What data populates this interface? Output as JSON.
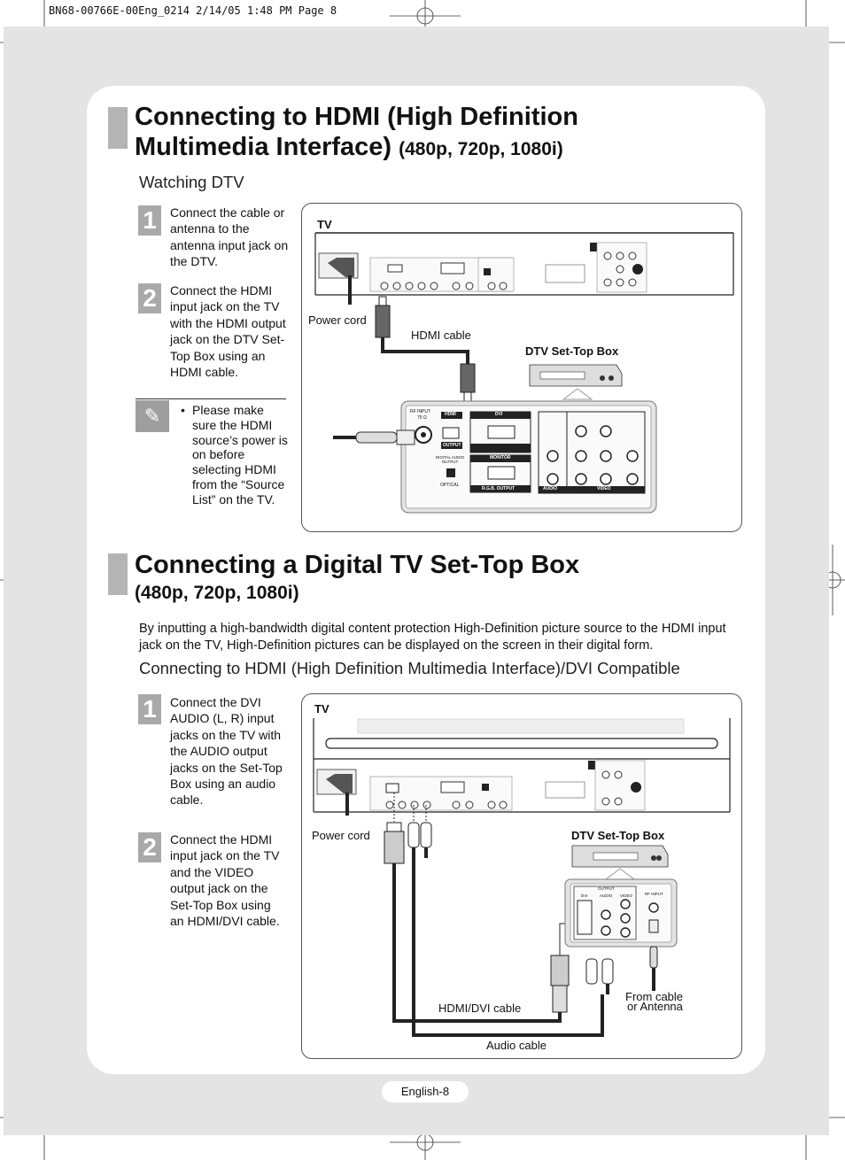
{
  "print_header": "BN68-00766E-00Eng_0214  2/14/05  1:48 PM  Page 8",
  "section1": {
    "title_line1": "Connecting to HDMI (High Definition",
    "title_line2": "Multimedia Interface)",
    "title_suffix": "(480p, 720p, 1080i)",
    "subtitle": "Watching DTV",
    "steps": [
      {
        "number": "1",
        "text": "Connect the cable or antenna to the antenna input jack on the DTV."
      },
      {
        "number": "2",
        "text": "Connect the HDMI input jack on the TV with the HDMI output jack on the DTV Set-Top Box using an HDMI cable."
      }
    ],
    "note": {
      "icon": "note-pencil-icon",
      "bullet": "•",
      "text": "Please make sure the HDMI source’s power is on before selecting HDMI from the “Source List” on the TV."
    },
    "diagram": {
      "tv_label": "TV",
      "power_cord_label": "Power cord",
      "hdmi_cable_label": "HDMI cable",
      "stb_label": "DTV Set-Top Box",
      "panel_labels": {
        "rf_input": "RF INPUT",
        "rf_ohm": "75 Ω",
        "hdmi": "HDMI",
        "dvi": "DVI",
        "output": "OUTPUT",
        "monitor": "MONITOR",
        "digital_audio_output": "DIGITAL AUDIO OUTPUT",
        "optical": "OPTICAL",
        "rgb_output": "R.G.B. OUTPUT",
        "audio": "AUDIO",
        "video": "VIDEO",
        "output2": "OUTPUT"
      }
    }
  },
  "section2": {
    "title": "Connecting a Digital TV Set-Top Box",
    "title_suffix": "(480p, 720p, 1080i)",
    "paragraph": "By inputting a high-bandwidth digital content protection High-Definition picture source to the HDMI input jack on the TV, High-Definition pictures can be displayed on the screen in their digital form.",
    "subtitle": "Connecting to HDMI (High Definition Multimedia Interface)/DVI Compatible",
    "steps": [
      {
        "number": "1",
        "text": "Connect the DVI AUDIO (L, R) input jacks on the TV with the AUDIO output jacks on the Set-Top Box using an audio cable."
      },
      {
        "number": "2",
        "text": "Connect the HDMI input jack on the TV and the VIDEO output jack on the Set-Top Box using an HDMI/DVI cable."
      }
    ],
    "diagram": {
      "tv_label": "TV",
      "power_cord_label": "Power cord",
      "stb_label": "DTV Set-Top Box",
      "hdmi_dvi_cable_label": "HDMI/DVI cable",
      "audio_cable_label": "Audio cable",
      "from_cable_label": "From cable",
      "or_antenna_label": "or Antenna",
      "panel_labels": {
        "output": "OUTPUT",
        "dvi": "DVI",
        "audio": "AUDIO",
        "video": "VIDEO",
        "rf_input": "RF INPUT"
      }
    }
  },
  "footer": {
    "page_label": "English-8"
  }
}
